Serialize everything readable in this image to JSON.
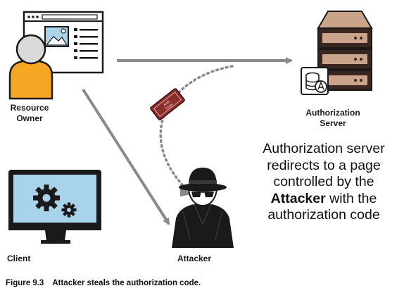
{
  "nodes": {
    "resource_owner": {
      "label_line1": "Resource",
      "label_line2": "Owner"
    },
    "authorization_server": {
      "label_line1": "Authorization",
      "label_line2": "Server"
    },
    "client": {
      "label": "Client"
    },
    "attacker": {
      "label": "Attacker"
    }
  },
  "callout": {
    "line1": "Authorization server",
    "line2": "redirects to a page",
    "line3": "controlled by the",
    "line4_bold": "Attacker",
    "line4_rest": " with the",
    "line5": "authorization code"
  },
  "ticket": {
    "line1": "Auth",
    "line2": "Code"
  },
  "caption": {
    "number": "Figure 9.3",
    "text": "Attacker steals the authorization code."
  },
  "colors": {
    "arrow_gray": "#8a8a8a",
    "server_dark": "#3a2620",
    "server_tan": "#c9a48a",
    "ticket_red": "#8b2e2e",
    "person_orange": "#f5a623",
    "monitor_blue": "#a9d3ea"
  },
  "icons": [
    "browser-window-icon",
    "person-icon",
    "server-rack-icon",
    "database-lock-icon",
    "monitor-gears-icon",
    "spy-attacker-icon",
    "ticket-icon"
  ]
}
